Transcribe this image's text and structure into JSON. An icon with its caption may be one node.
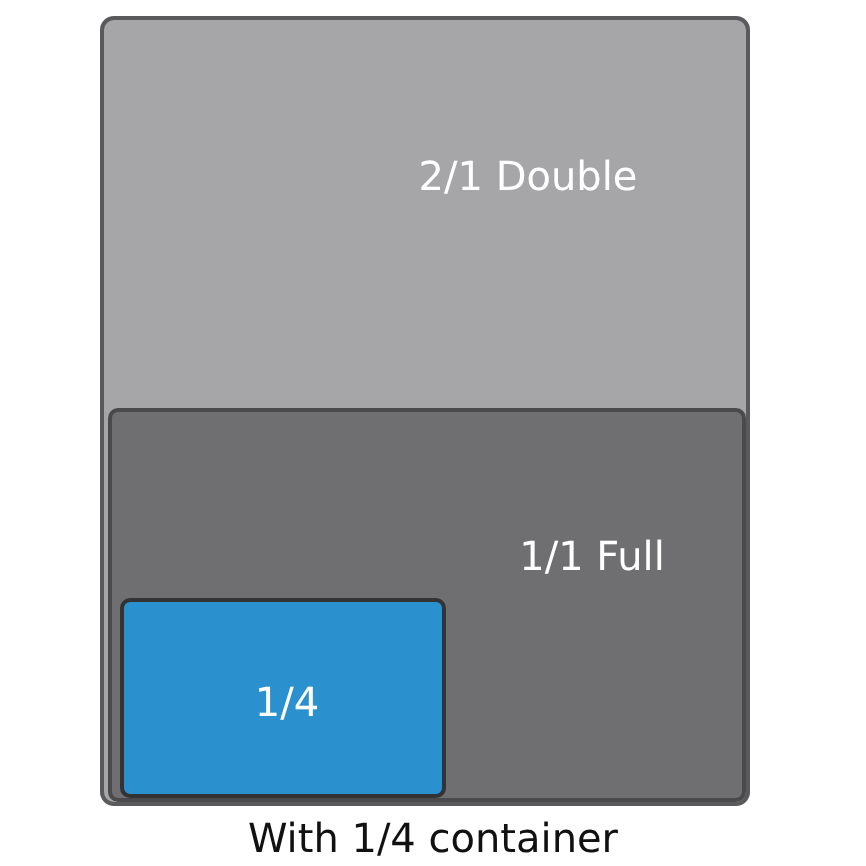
{
  "diagram": {
    "caption": "With 1/4 container",
    "nodes": [
      {
        "text": [
          "2/1 Double"
        ]
      },
      {
        "text": [
          "1/1 Full"
        ],
        "in": 0
      },
      {
        "text": [
          "1/4"
        ],
        "in": 1
      }
    ]
  }
}
